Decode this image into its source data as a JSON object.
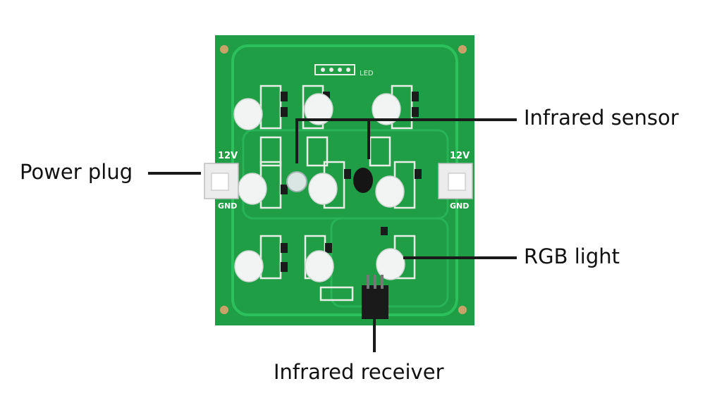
{
  "callouts": {
    "infrared_sensor": "Infrared sensor",
    "power_plug": "Power plug",
    "rgb_light": "RGB light",
    "infrared_receiver": "Infrared receiver"
  },
  "board": {
    "voltage_left": "12V",
    "gnd_left": "GND",
    "voltage_right": "12V",
    "gnd_right": "GND",
    "led_header": "LED"
  },
  "colors": {
    "pcb": "#1f9e46",
    "pcb_dark": "#168a3b",
    "pcb_trace": "#27b356",
    "pad": "#e9efe6",
    "led": "#f1f4f3",
    "leader_line": "#1a1a1a"
  }
}
